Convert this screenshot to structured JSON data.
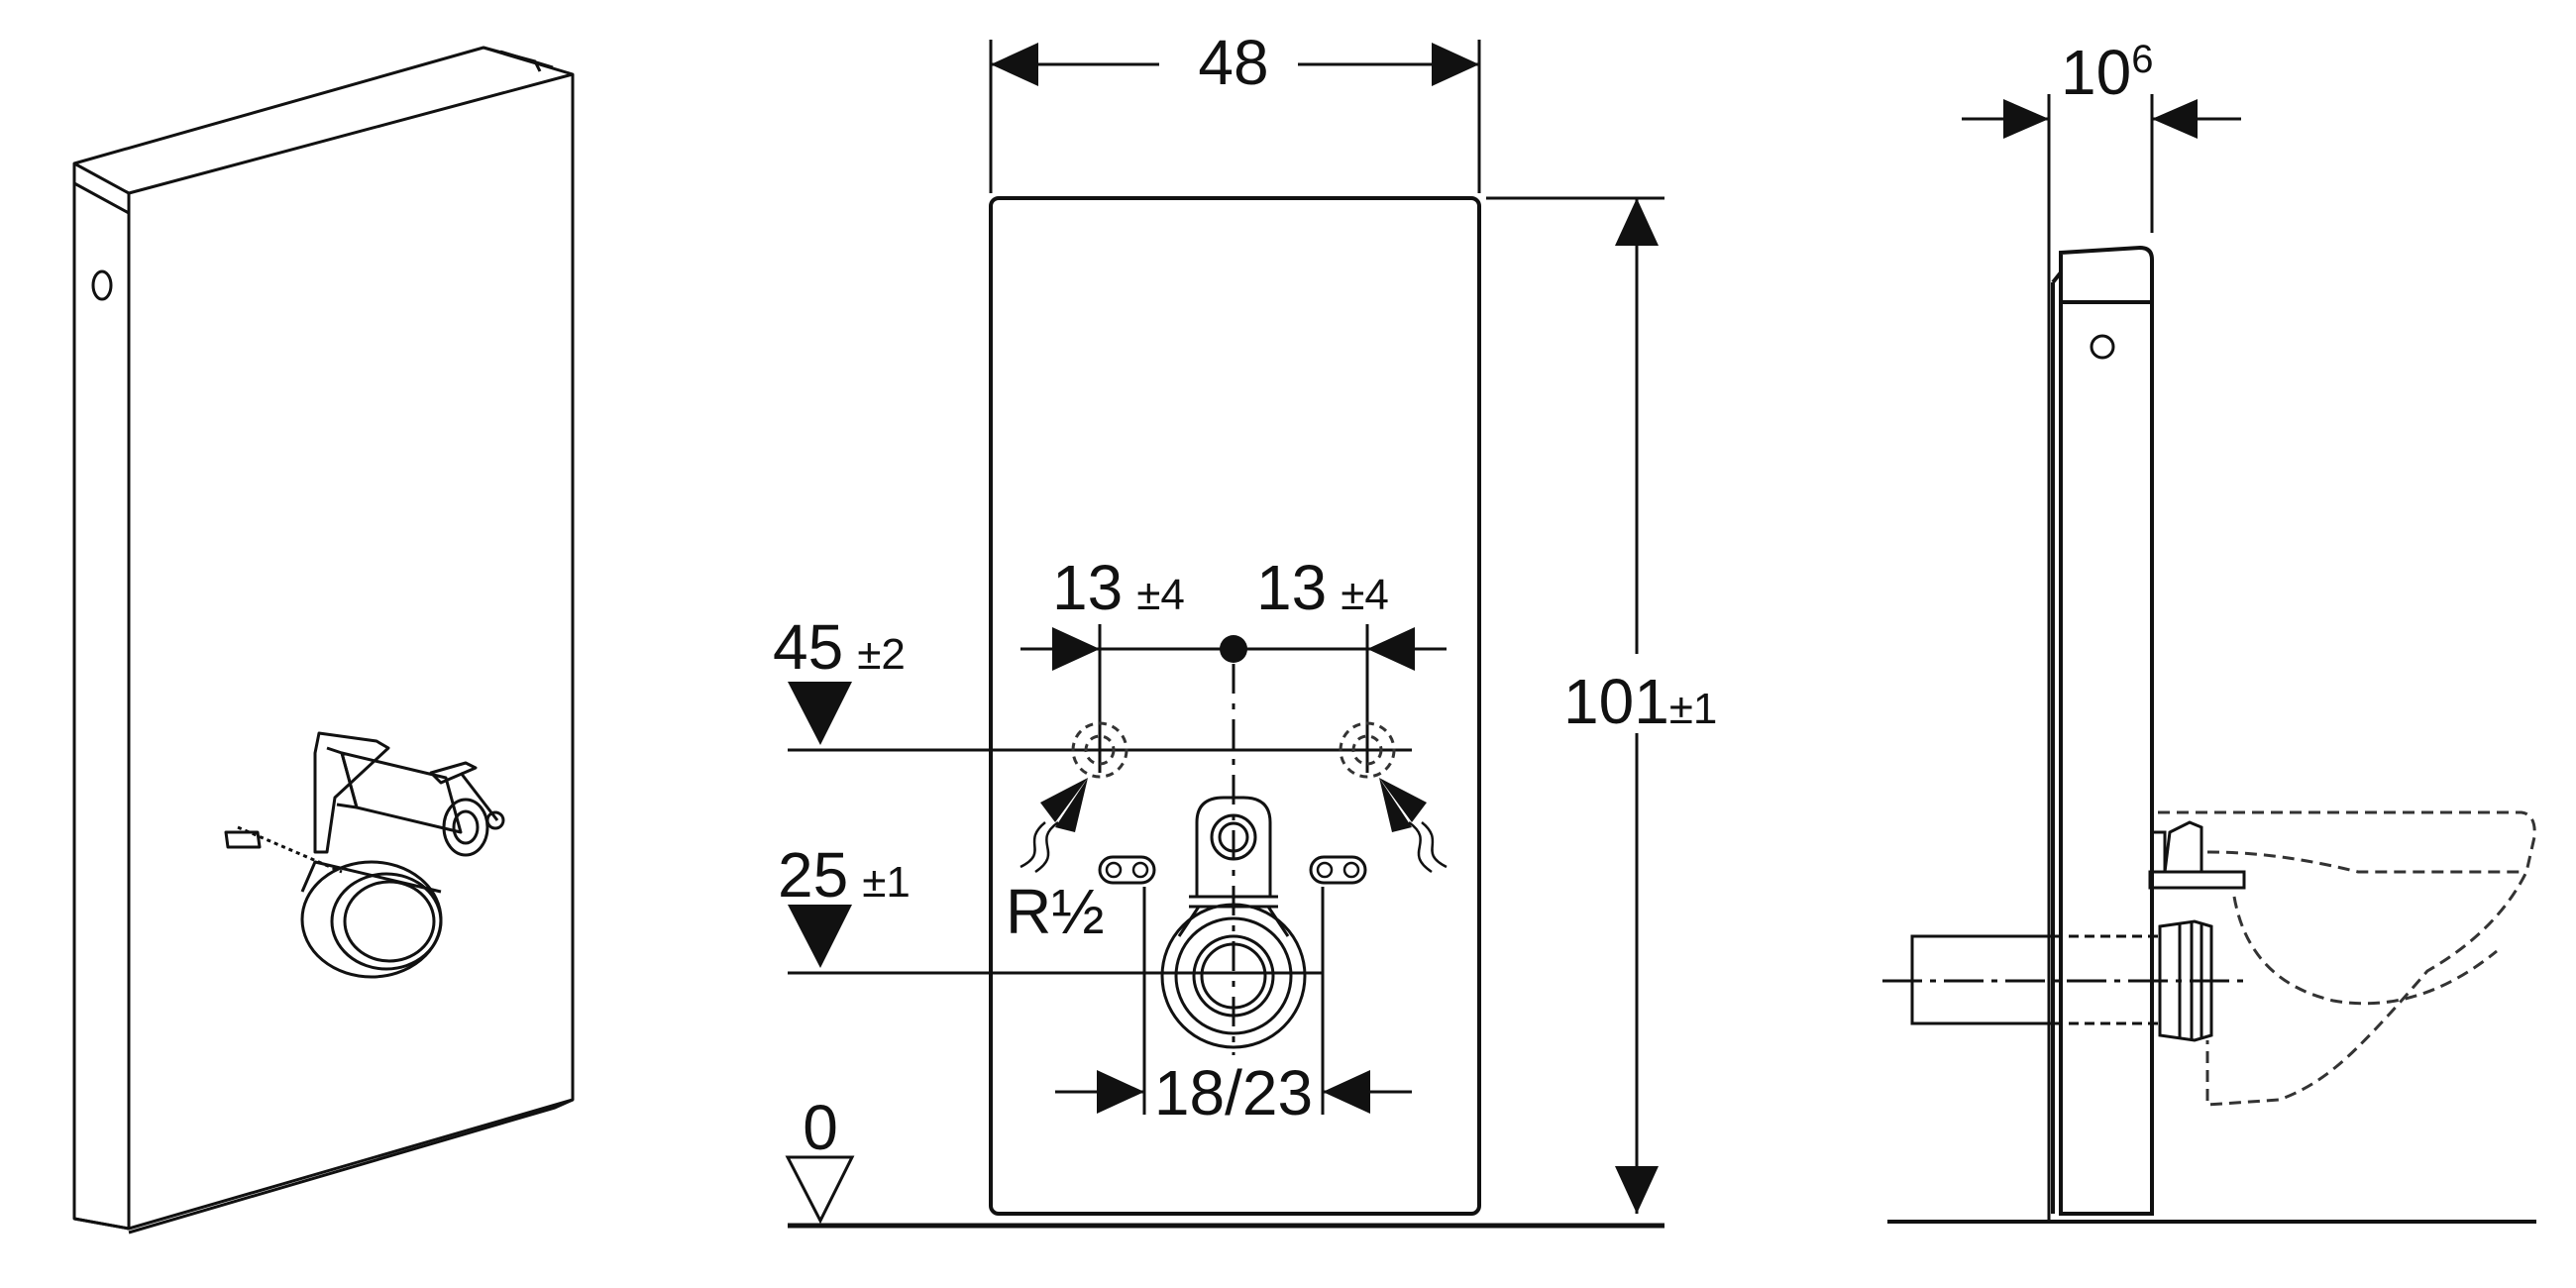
{
  "dimensions": {
    "width": "48",
    "height": "101",
    "height_tol": "±1",
    "depth_main": "10",
    "depth_sup": "6",
    "left_offset": "13",
    "left_offset_tol": "±4",
    "right_offset": "13",
    "right_offset_tol": "±4",
    "supply_height": "45",
    "supply_height_tol": "±2",
    "drain_height": "25",
    "drain_height_tol": "±1",
    "bolt_spacing": "18/23",
    "floor_level": "0",
    "thread": "R½"
  },
  "colors": {
    "line": "#111111",
    "background": "#ffffff",
    "dashed": "#333333"
  }
}
